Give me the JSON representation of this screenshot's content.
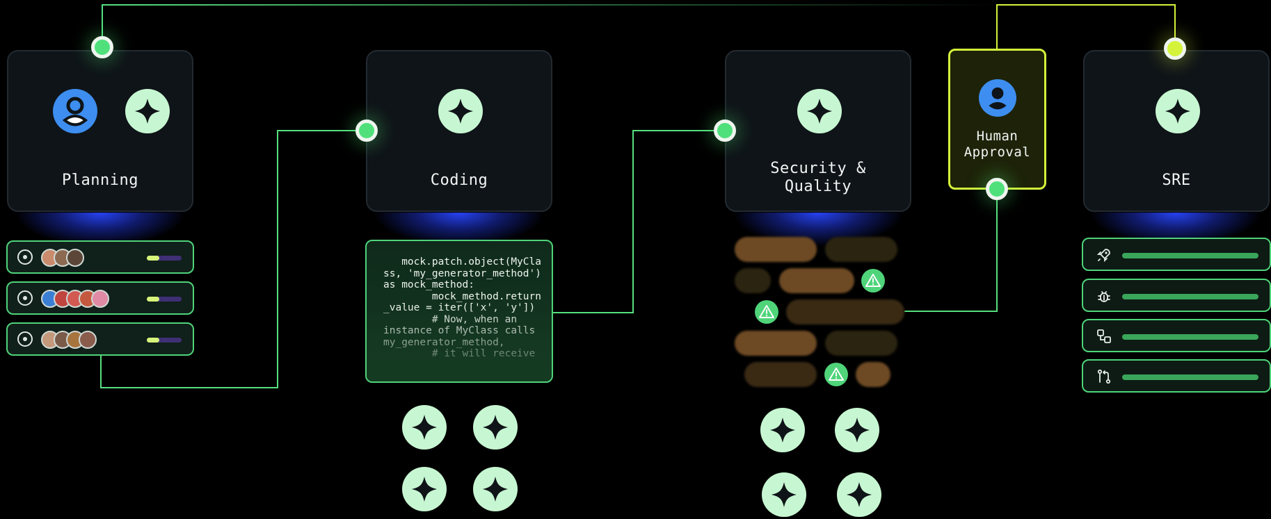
{
  "stages": {
    "planning": {
      "title": "Planning"
    },
    "coding": {
      "title": "Coding"
    },
    "security": {
      "title_line1": "Security &",
      "title_line2": "Quality"
    },
    "human_approval": {
      "title_line1": "Human",
      "title_line2": "Approval"
    },
    "sre": {
      "title": "SRE"
    }
  },
  "planning_tasks": [
    {
      "assignees": 3,
      "progress": 0.35
    },
    {
      "assignees": 5,
      "progress": 0.35
    },
    {
      "assignees": 4,
      "progress": 0.35
    }
  ],
  "code_snippet": "   mock.patch.object(MyCla\nss, 'my_generator_method')\nas mock_method:\n        mock_method.return\n_value = iter(['x', 'y'])\n        # Now, when an\ninstance of MyClass calls\nmy_generator_method,\n        # it will receive",
  "sre_tools": [
    {
      "icon": "rocket-icon"
    },
    {
      "icon": "bug-icon"
    },
    {
      "icon": "workflow-icon"
    },
    {
      "icon": "pull-request-icon"
    }
  ],
  "colors": {
    "agent_icon_bg": "#c7f7d2",
    "human_icon_bg": "#3d8ef0",
    "wire_green": "#55e07f",
    "wire_yellow": "#d4f33a",
    "card_bg": "#0f1418",
    "glow_blue": "#2846ff"
  }
}
